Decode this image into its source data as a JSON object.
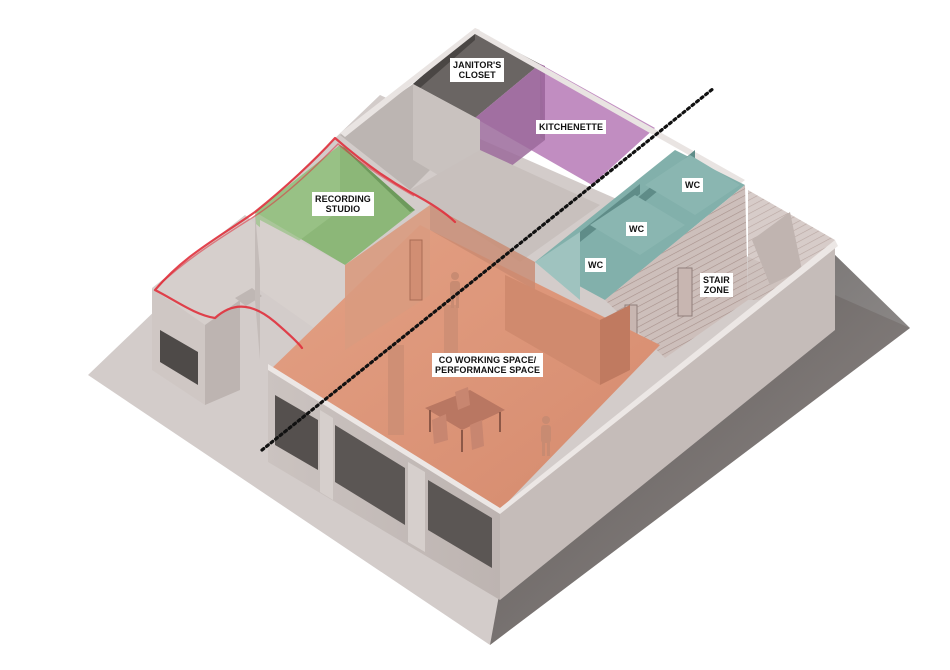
{
  "rooms": {
    "janitor": {
      "line1": "JANITOR'S",
      "line2": "CLOSET"
    },
    "kitchenette": {
      "label": "KITCHENETTE"
    },
    "recording": {
      "line1": "RECORDING",
      "line2": "STUDIO"
    },
    "wc1": {
      "label": "WC"
    },
    "wc2": {
      "label": "WC"
    },
    "wc3": {
      "label": "WC"
    },
    "stair": {
      "line1": "STAIR",
      "line2": "ZONE"
    },
    "coworking": {
      "line1": "CO WORKING SPACE/",
      "line2": "PERFORMANCE SPACE"
    }
  },
  "colors": {
    "coworking": "#d98f73",
    "recording": "#7fa86a",
    "kitchenette": "#b07ab0",
    "janitor": "#5a5654",
    "wc": "#6f9c98",
    "wall": "#d9d2cf",
    "wall_shadow": "#b9b0ad",
    "ground": "#cfc8c6",
    "section_line": "#111111",
    "outline_highlight": "#e0303c"
  }
}
